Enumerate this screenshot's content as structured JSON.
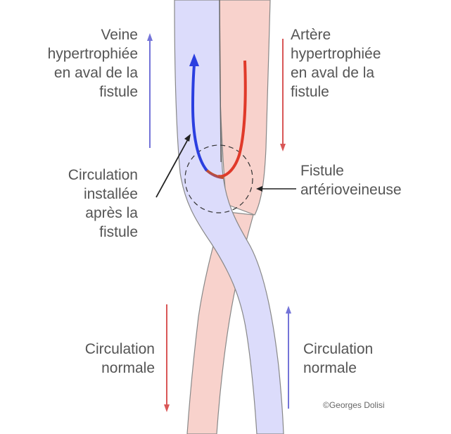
{
  "labels": {
    "vein_upper": [
      "Veine",
      "hypertrophiée",
      "en aval de la",
      "fistule"
    ],
    "artery_upper": [
      "Artère",
      "hypertrophiée",
      "en aval de la",
      "fistule"
    ],
    "circulation_after": [
      "Circulation",
      "installée",
      "après la",
      "fistule"
    ],
    "fistula": [
      "Fistule",
      "artérioveineuse"
    ],
    "normal_left": [
      "Circulation",
      "normale"
    ],
    "normal_right": [
      "Circulation",
      "normale"
    ]
  },
  "copyright": "©Georges Dolisi",
  "colors": {
    "vein_fill": "#dcdcfb",
    "artery_fill": "#f8d2cc",
    "blue_arrow": "#2b3fe0",
    "red_arrow": "#e03a2a",
    "blue_label_arrow": "#7474d8",
    "red_label_arrow": "#d95757",
    "outline": "#777777",
    "text": "#555555"
  }
}
